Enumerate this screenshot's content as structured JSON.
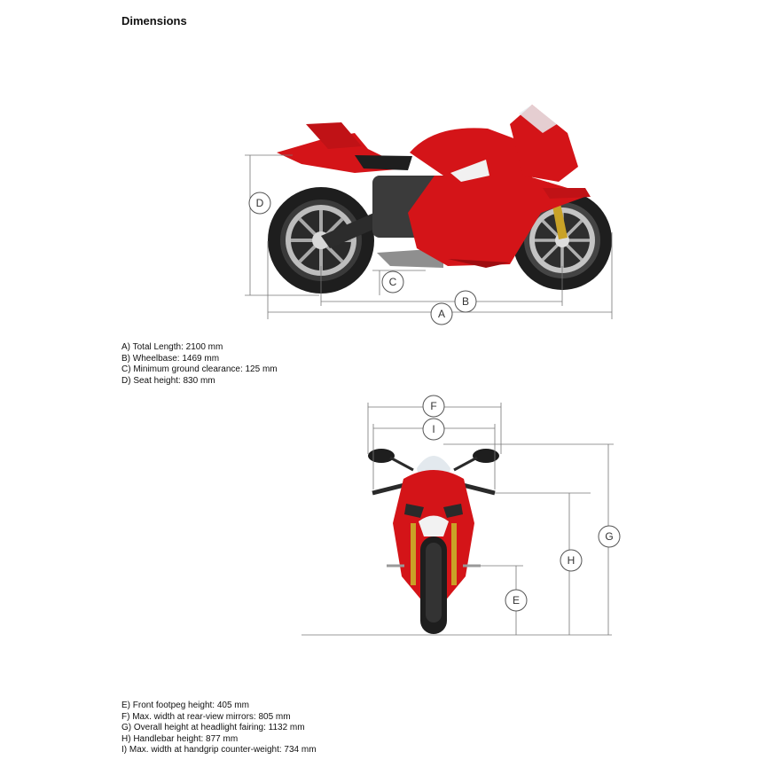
{
  "title": "Dimensions",
  "labels": {
    "A": "A",
    "B": "B",
    "C": "C",
    "D": "D",
    "E": "E",
    "F": "F",
    "G": "G",
    "H": "H",
    "I": "I"
  },
  "side_specs": [
    "A) Total Length: 2100 mm",
    "B) Wheelbase: 1469 mm",
    "C) Minimum ground clearance: 125 mm",
    "D) Seat height: 830 mm"
  ],
  "front_specs": [
    "E) Front footpeg height: 405 mm",
    "F) Max. width at rear-view mirrors: 805 mm",
    "G) Overall height at headlight fairing: 1132 mm",
    "H) Handlebar height: 877 mm",
    "I) Max. width at handgrip counter-weight: 734 mm"
  ],
  "colors": {
    "body_red": "#d41418",
    "dark_red": "#9e0c10",
    "tire": "#1e1e1e",
    "line": "#777777"
  }
}
